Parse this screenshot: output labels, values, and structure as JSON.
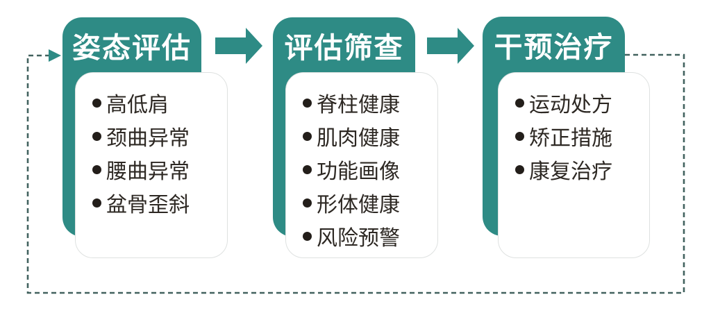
{
  "diagram": {
    "steps": [
      {
        "header": "姿态评估",
        "items": [
          "高低肩",
          "颈曲异常",
          "腰曲异常",
          "盆骨歪斜"
        ]
      },
      {
        "header": "评估筛查",
        "items": [
          "脊柱健康",
          "肌肉健康",
          "功能画像",
          "形体健康",
          "风险预警"
        ]
      },
      {
        "header": "干预治疗",
        "items": [
          "运动处方",
          "矫正措施",
          "康复治疗"
        ]
      }
    ]
  },
  "colors": {
    "teal": "#2E8B85",
    "dash": "#42625F",
    "text": "#2D2823",
    "card-border": "#DEE1E0"
  }
}
